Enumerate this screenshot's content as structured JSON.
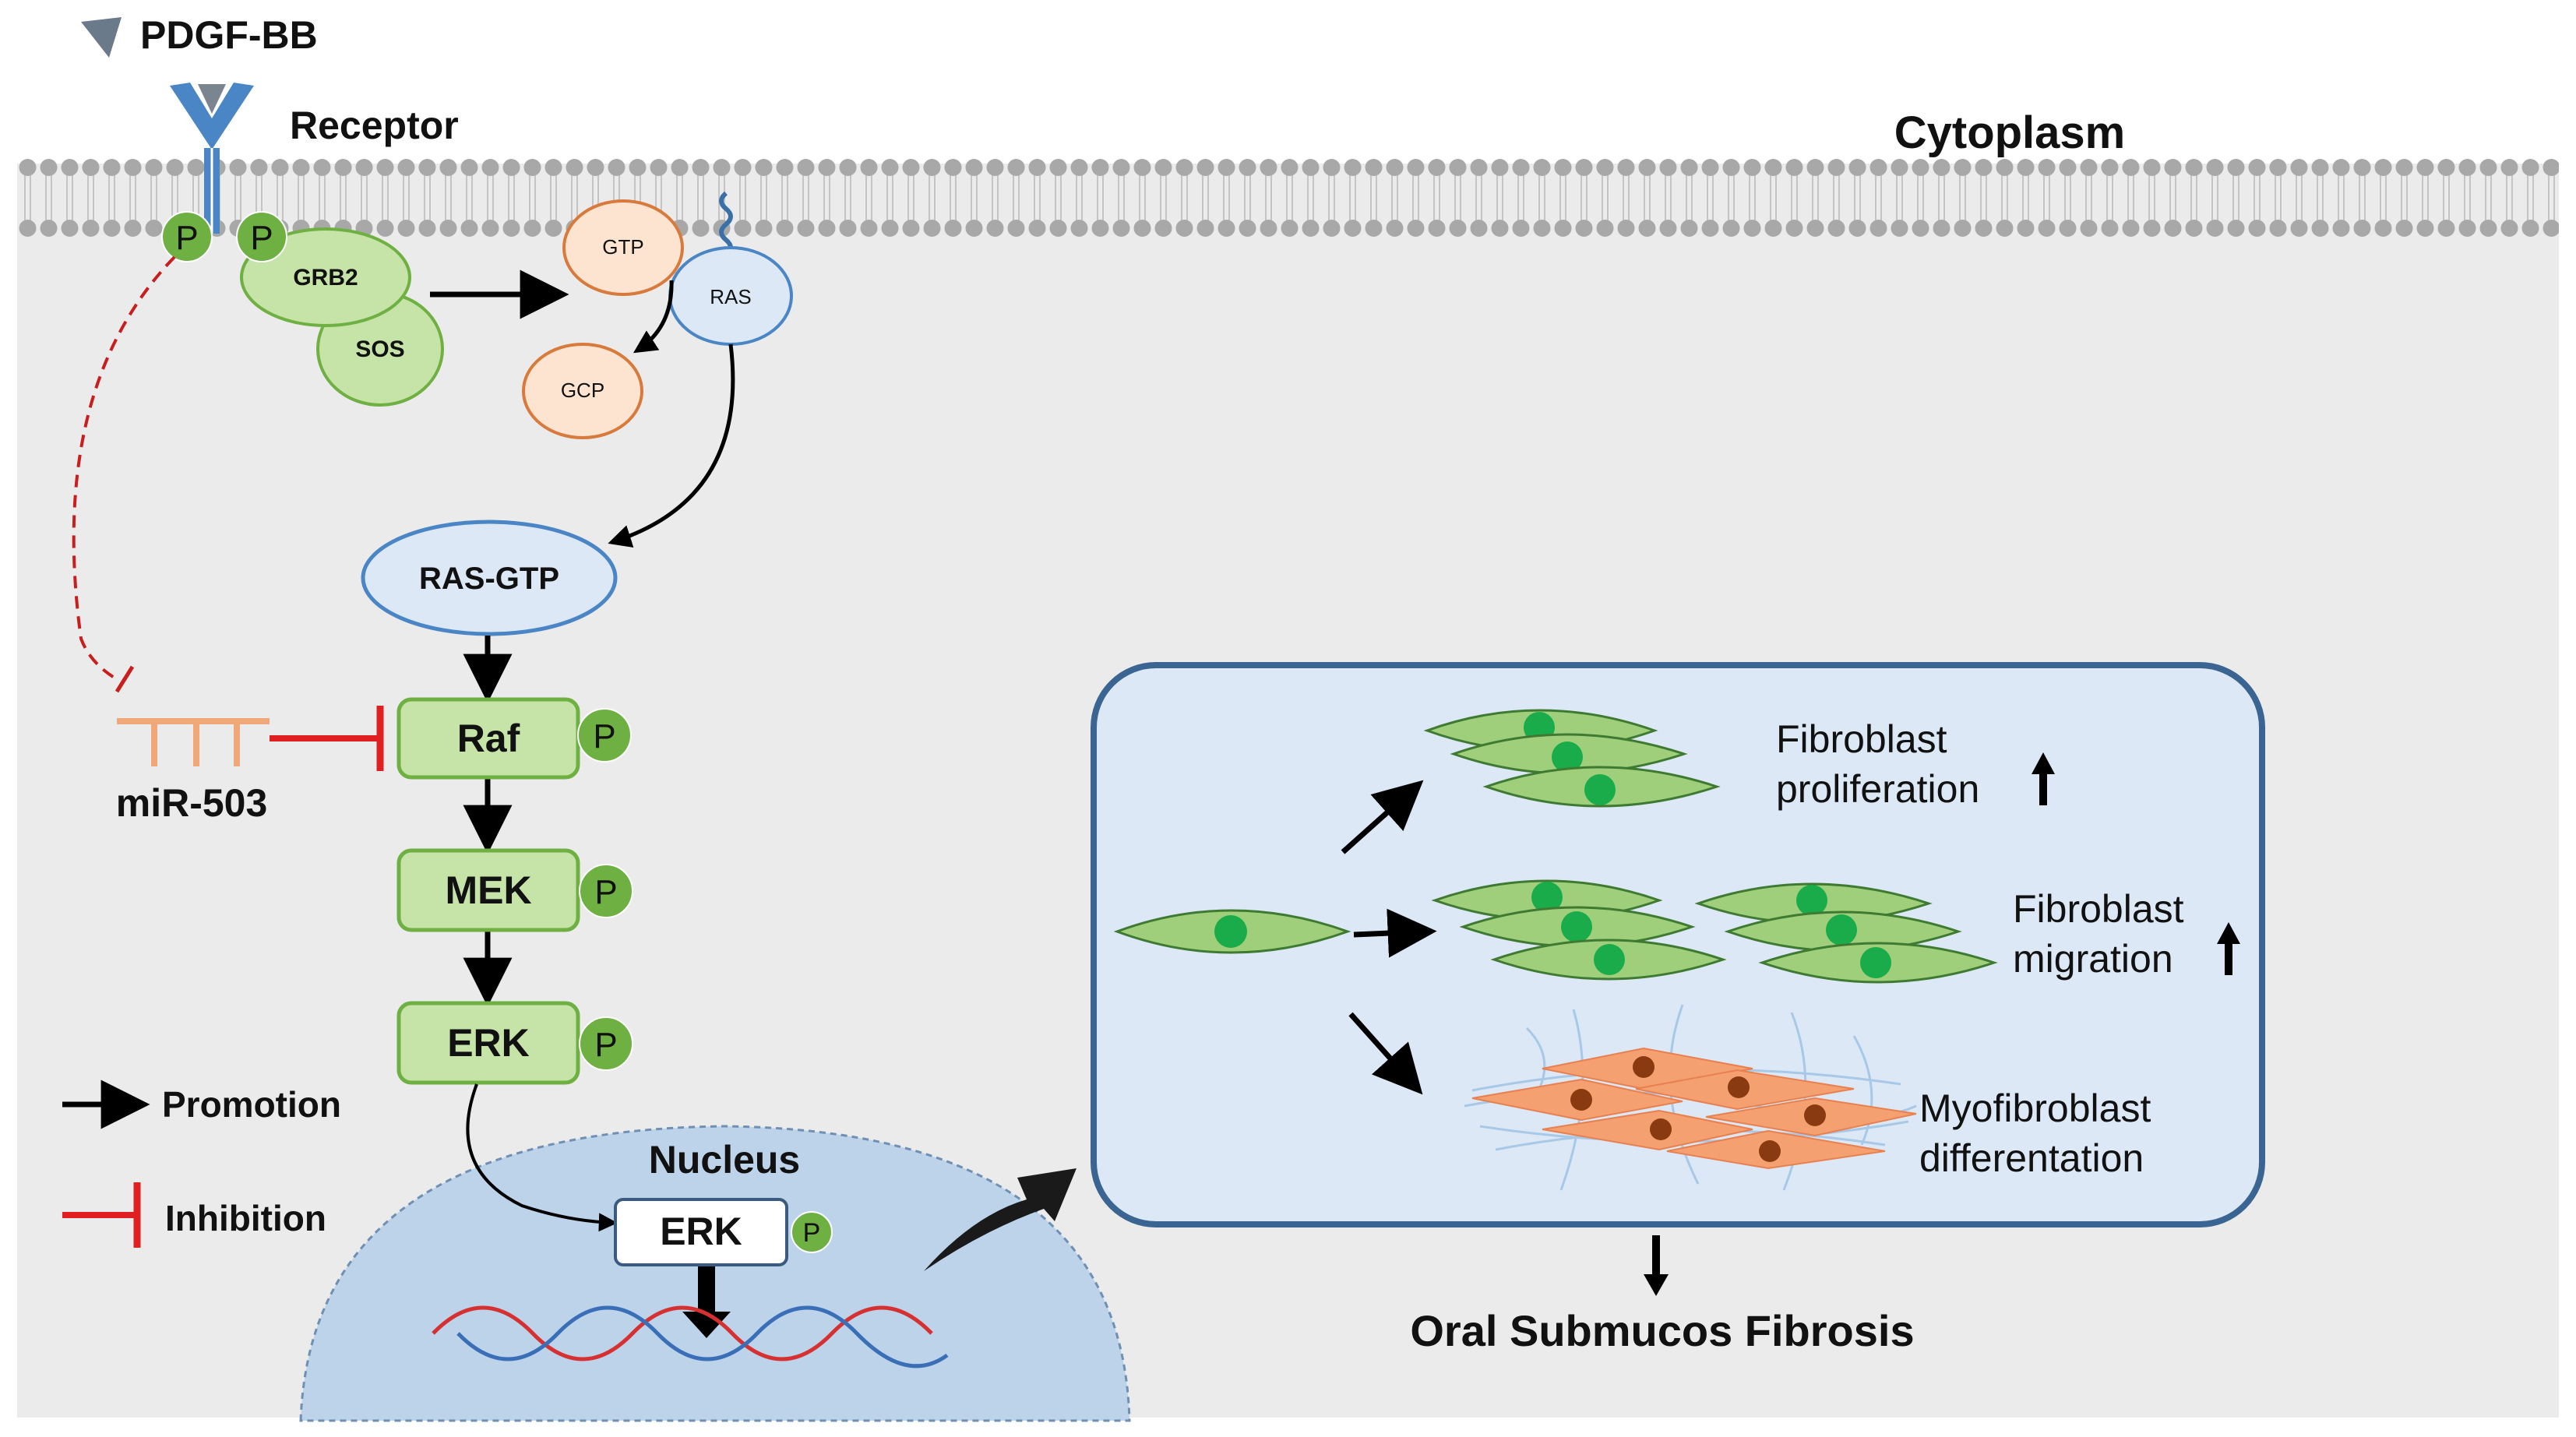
{
  "ligand": {
    "label": "PDGF-BB"
  },
  "receptor": {
    "label": "Receptor"
  },
  "compartments": {
    "cytoplasm": "Cytoplasm",
    "nucleus": "Nucleus"
  },
  "phospho_label": "P",
  "adaptors": {
    "grb2": "GRB2",
    "sos": "SOS"
  },
  "ras_cycle": {
    "gtp": "GTP",
    "gcp": "GCP",
    "ras": "RAS",
    "ras_gtp": "RAS-GTP"
  },
  "cascade": {
    "raf": "Raf",
    "mek": "MEK",
    "erk": "ERK",
    "nuclear_erk": "ERK"
  },
  "mirna": {
    "label": "miR-503"
  },
  "legend": {
    "promotion": "Promotion",
    "inhibition": "Inhibition"
  },
  "outcomes": {
    "proliferation": [
      "Fibroblast",
      "proliferation"
    ],
    "migration": [
      "Fibroblast",
      "migration"
    ],
    "differentiation": [
      "Myofibroblast",
      "differentation"
    ]
  },
  "disease": {
    "label": "Oral Submucos Fibrosis"
  },
  "colors": {
    "cytoplasm_bg": "#ebebeb",
    "lipid_head": "#a8a8a8",
    "receptor": "#4a86c5",
    "green_fill": "#c6e3a8",
    "green_stroke": "#6fb043",
    "phospho_fill": "#6fb043",
    "orange_fill": "#fce4d0",
    "orange_stroke": "#d77a3c",
    "blue_fill": "#dce8f5",
    "blue_stroke": "#4a86c5",
    "nucleus_fill": "#bcd3ea",
    "inhibit_red": "#e02020",
    "disease_red": "#c00000",
    "mirna_orange": "#f0a878",
    "cell_fill": "#9fcf7a",
    "nucleus_dot": "#1aab4a",
    "myo_fill": "#f4a070",
    "myo_dot": "#8a3a10"
  }
}
